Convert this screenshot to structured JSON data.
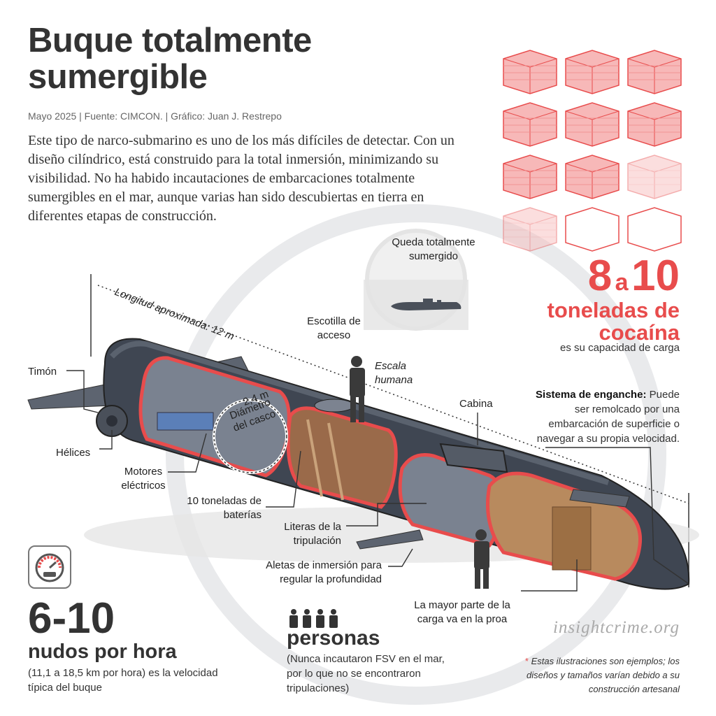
{
  "title": "Buque totalmente sumergible",
  "meta": "Mayo 2025 | Fuente: CIMCON. | Gráfico: Juan J. Restrepo",
  "intro": "Este tipo de narco-submarino es uno de los más difíciles de detectar. Con un diseño cilíndrico, está construido para la total inmersión, minimizando su visibilidad. No ha habido incautaciones de embarcaciones totalmente sumergibles en el mar, aunque varias han sido descubiertas en tierra en diferentes etapas de construcción.",
  "submerged_label": "Queda totalmente sumergido",
  "length_label": "Longitud aproximada: 12 m",
  "diameter": {
    "value": "2,4 m",
    "label": "Diámetro del casco"
  },
  "parts": {
    "rudder": "Timón",
    "propellers": "Hélices",
    "motors": "Motores eléctricos",
    "batteries": "10 toneladas de baterías",
    "hatch": "Escotilla de acceso",
    "human_scale": "Escala humana",
    "cabin": "Cabina",
    "bunks": "Literas de la tripulación",
    "fins": "Aletas de inmersión para regular la profundidad",
    "bow_cargo": "La mayor parte de la carga va en la proa"
  },
  "cargo": {
    "from": "8",
    "connector": "a",
    "to": "10",
    "unit": "toneladas de cocaína",
    "description": "es su capacidad de carga",
    "blocks_full": 8,
    "blocks_faded": 2,
    "blocks_empty": 2
  },
  "hitch": {
    "title": "Sistema de enganche",
    "text": "Puede ser remolcado por una embarcación de superficie o navegar a su propia velocidad."
  },
  "speed": {
    "value": "6-10",
    "unit": "nudos por hora",
    "description": "(11,1 a 18,5 km por hora) es la velocidad típica del buque",
    "icon": "speedometer-icon"
  },
  "crew": {
    "icon_count": 4,
    "value": "personas",
    "description": "(Nunca incautaron FSV en el mar, por lo que no se encontraron tripulaciones)"
  },
  "site": "insightcrime.org",
  "note": "Estas ilustraciones son ejemplos; los diseños y tamaños varían debido a su construcción artesanal",
  "colors": {
    "accent": "#e84c4c",
    "hull": "#3f4652",
    "text": "#333333"
  }
}
